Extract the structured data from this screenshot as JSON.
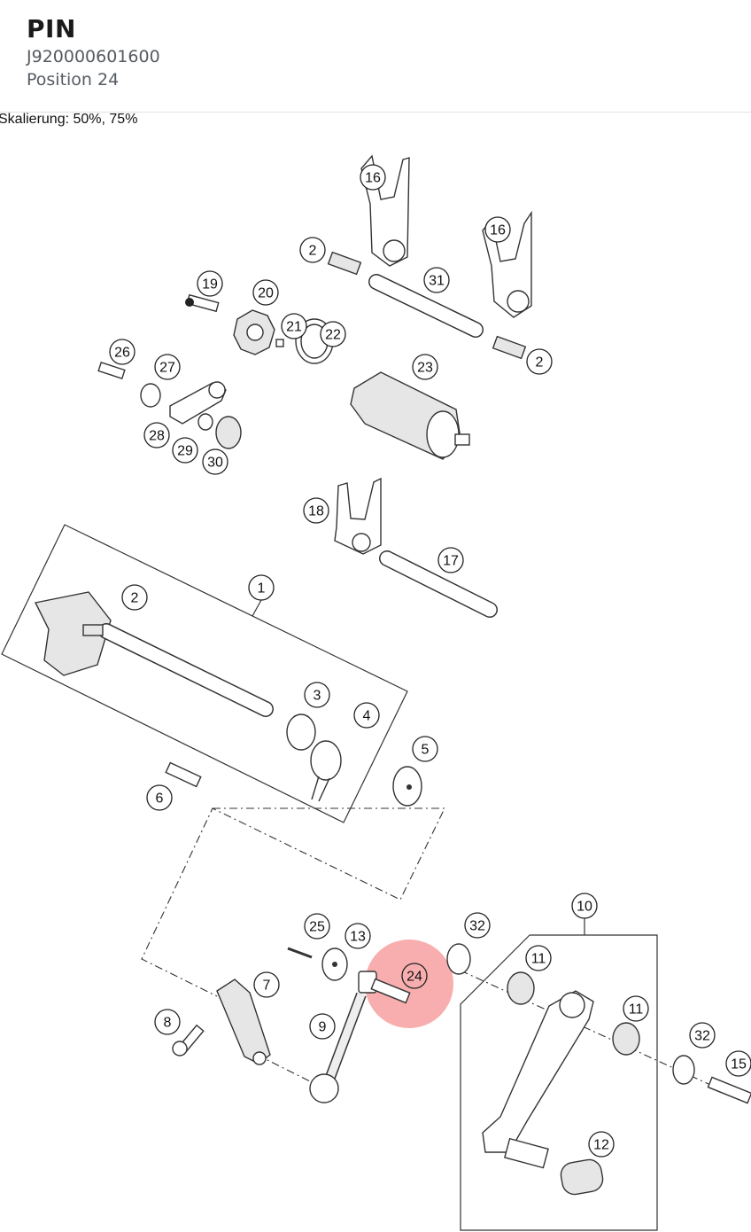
{
  "header": {
    "title": "PIN",
    "part_number": "J920000601600",
    "position": "Position 24"
  },
  "diagram": {
    "scale_note": "Skalierung: 50%, 75%",
    "highlight_color": "#f26b6b",
    "highlighted_callout": "24",
    "callouts": [
      {
        "id": "c16a",
        "label": "16"
      },
      {
        "id": "c16b",
        "label": "16"
      },
      {
        "id": "c2a",
        "label": "2"
      },
      {
        "id": "c31",
        "label": "31"
      },
      {
        "id": "c19",
        "label": "19"
      },
      {
        "id": "c20",
        "label": "20"
      },
      {
        "id": "c21",
        "label": "21"
      },
      {
        "id": "c22",
        "label": "22"
      },
      {
        "id": "c2b",
        "label": "2"
      },
      {
        "id": "c26",
        "label": "26"
      },
      {
        "id": "c27",
        "label": "27"
      },
      {
        "id": "c23",
        "label": "23"
      },
      {
        "id": "c28",
        "label": "28"
      },
      {
        "id": "c29",
        "label": "29"
      },
      {
        "id": "c30",
        "label": "30"
      },
      {
        "id": "c18",
        "label": "18"
      },
      {
        "id": "c17",
        "label": "17"
      },
      {
        "id": "c1",
        "label": "1"
      },
      {
        "id": "c2c",
        "label": "2"
      },
      {
        "id": "c3",
        "label": "3"
      },
      {
        "id": "c4",
        "label": "4"
      },
      {
        "id": "c5",
        "label": "5"
      },
      {
        "id": "c6",
        "label": "6"
      },
      {
        "id": "c10",
        "label": "10"
      },
      {
        "id": "c25",
        "label": "25"
      },
      {
        "id": "c13",
        "label": "13"
      },
      {
        "id": "c32a",
        "label": "32"
      },
      {
        "id": "c24",
        "label": "24"
      },
      {
        "id": "c11a",
        "label": "11"
      },
      {
        "id": "c7",
        "label": "7"
      },
      {
        "id": "c11b",
        "label": "11"
      },
      {
        "id": "c8",
        "label": "8"
      },
      {
        "id": "c9",
        "label": "9"
      },
      {
        "id": "c32b",
        "label": "32"
      },
      {
        "id": "c15",
        "label": "15"
      },
      {
        "id": "c12",
        "label": "12"
      }
    ]
  }
}
